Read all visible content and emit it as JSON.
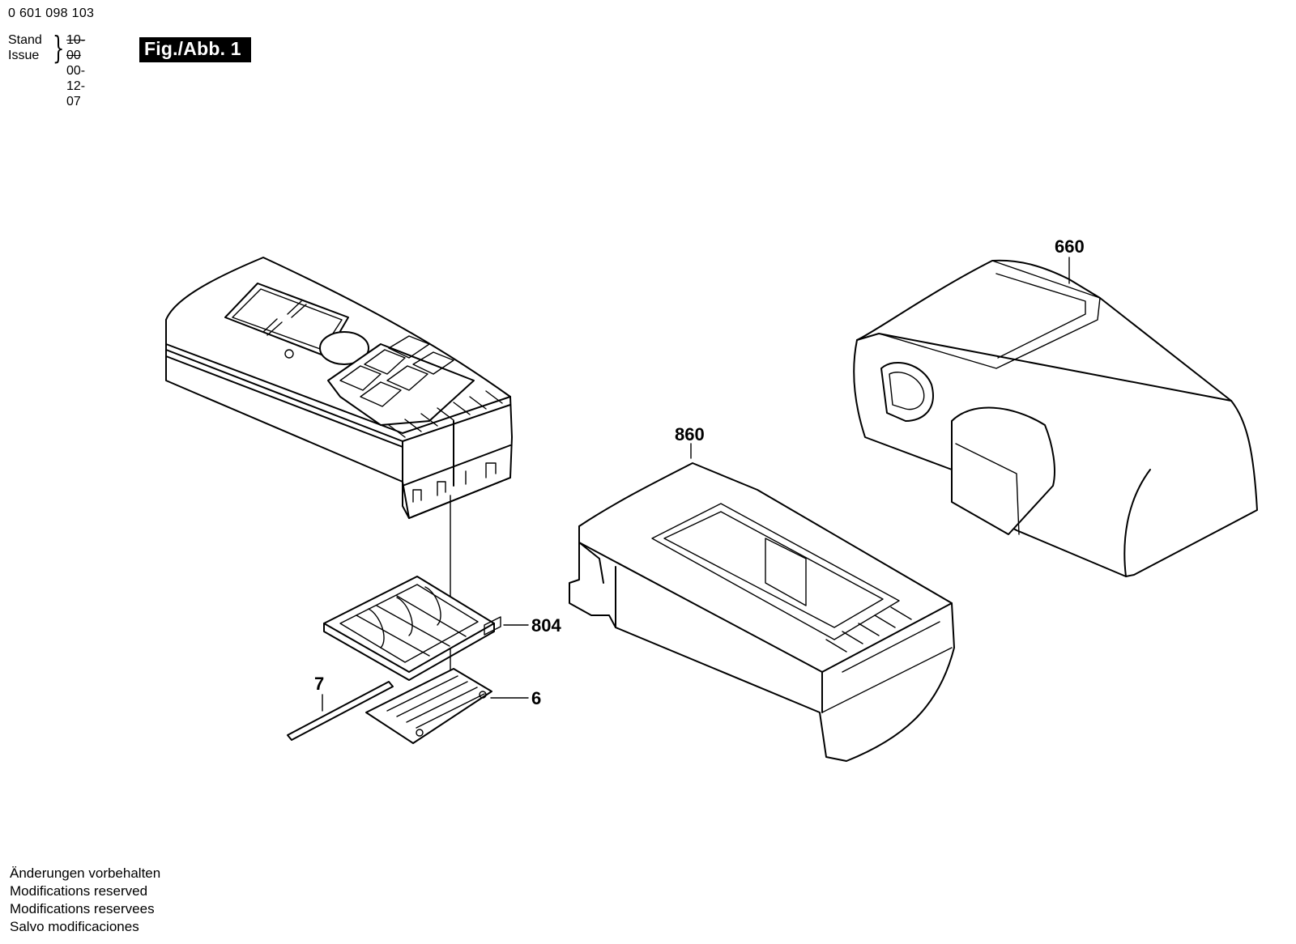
{
  "header": {
    "doc_number": "0 601 098 103",
    "stand_label": "Stand",
    "issue_label": "Issue",
    "stand_value": "10-00",
    "issue_value": "00-12-07",
    "figure_label": "Fig./Abb. 1"
  },
  "parts": [
    {
      "id": "660",
      "label": "660"
    },
    {
      "id": "860",
      "label": "860"
    },
    {
      "id": "804",
      "label": "804"
    },
    {
      "id": "7",
      "label": "7"
    },
    {
      "id": "6",
      "label": "6"
    }
  ],
  "footer": {
    "notes": [
      "Änderungen vorbehalten",
      "Modifications reserved",
      "Modifications reservees",
      "Salvo modificaciones"
    ]
  }
}
